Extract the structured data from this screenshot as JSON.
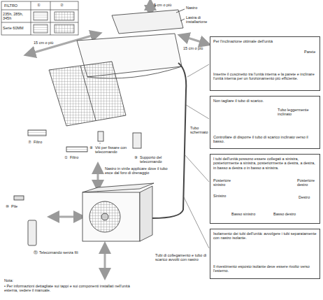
{
  "diagram": {
    "nodes": [
      {
        "text": [
          "Per l'inclinazione ottimale dell'unità",
          "Parete",
          "Inserire il cuscinetto tra l'unità interna e la parete e inclinare l'unità interna per un funzionamento più efficiente."
        ]
      },
      {
        "text": [
          "Non tagliare il tubo di scarico.",
          "Tubo leggermente inclinato",
          "Controllare di disporre il tubo di scarico inclinato verso il basso."
        ]
      },
      {
        "text": [
          "I tubi dell'unità possono essere collegati a sinistra, posteriormente a sinistra, posteriormente a destra, a destra, in basso a destra o in basso a sinistra.",
          "Posteriore sinistro",
          "Sinistro",
          "Posteriore destro",
          "Destro",
          "Basso sinistro",
          "Basso destro"
        ]
      },
      {
        "text": [
          "Isolamento dei tubi dell'unità: avvolgere i tubi separatamente con nastro isolante.",
          "Il rivestimento esposto isolante deve essere rivolto verso l'esterno."
        ]
      }
    ],
    "labels": [
      "FILTRO",
      "①",
      "②",
      "235h, 285h, 345h",
      "Serie 60MM",
      "Nastro",
      "5 cm o più",
      "Lastra di installazione",
      "15 cm o più",
      "15 cm o più",
      "Tubo schermato",
      "⑦",
      "Filtro",
      "①",
      "Filtro",
      "⑧",
      "Viti per fissare con telecomando",
      "⑨",
      "Supporto del telecomando",
      "Nastro in vinile applicare dove il tubo esce dal foro di drenaggio",
      "⑩",
      "Pile",
      "⑪",
      "Telecomando senza fili",
      "Tubi di collegamento e tubo di scarico avvolti con nastro",
      "Nota:",
      "• Per informazioni dettagliate sui tappi e sui componenti installati nell'unità esterna, vedere il manuale."
    ]
  }
}
